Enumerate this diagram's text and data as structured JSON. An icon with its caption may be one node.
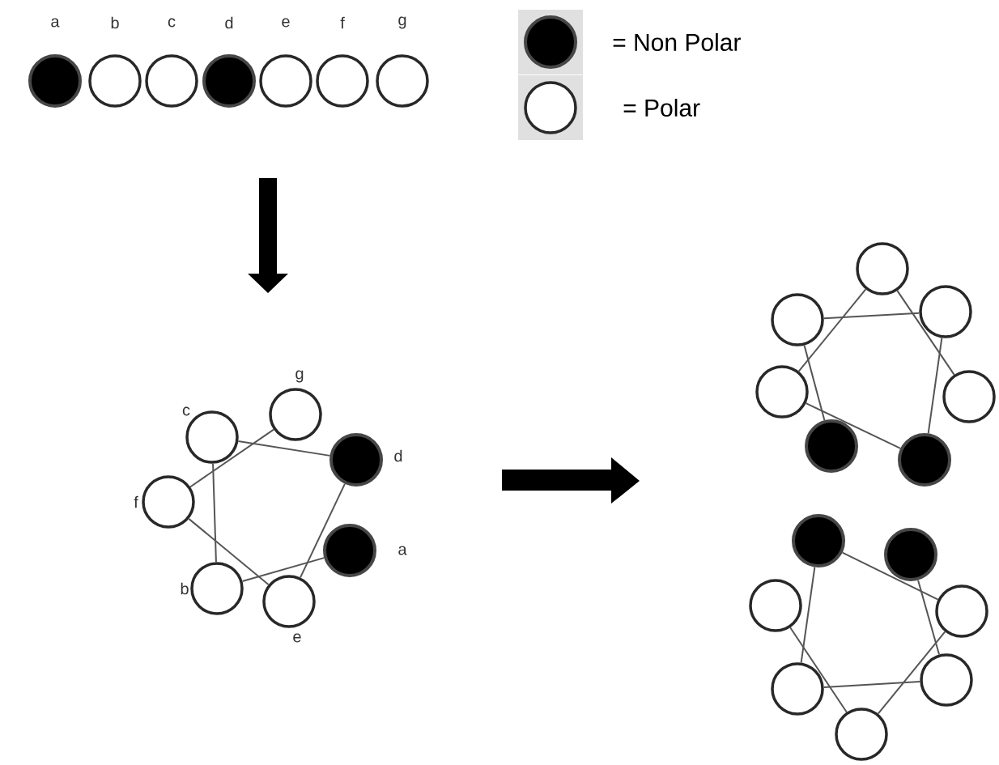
{
  "diagram": {
    "nodes": [
      {
        "text": [
          "a"
        ]
      },
      {
        "text": [
          "b"
        ]
      },
      {
        "text": [
          "c"
        ]
      },
      {
        "text": [
          "d"
        ]
      },
      {
        "text": [
          "e"
        ]
      },
      {
        "text": [
          "f"
        ]
      },
      {
        "text": [
          "g"
        ]
      },
      {
        "text": [
          "g"
        ]
      },
      {
        "text": [
          "c"
        ]
      },
      {
        "text": [
          "d"
        ]
      },
      {
        "text": [
          "f"
        ]
      },
      {
        "text": [
          "a"
        ]
      },
      {
        "text": [
          "b"
        ]
      },
      {
        "text": [
          "e"
        ]
      },
      {
        "text": [],
        "shape": "circle"
      },
      {
        "text": [],
        "shape": "circle"
      },
      {
        "text": [],
        "shape": "circle"
      },
      {
        "text": [],
        "shape": "circle"
      },
      {
        "text": [],
        "shape": "circle"
      },
      {
        "text": [],
        "shape": "circle"
      },
      {
        "text": [],
        "shape": "circle"
      },
      {
        "text": [],
        "shape": "circle"
      },
      {
        "text": [],
        "shape": "circle"
      },
      {
        "text": [],
        "shape": "circle"
      },
      {
        "text": [],
        "shape": "circle"
      },
      {
        "text": [],
        "shape": "circle"
      },
      {
        "text": [],
        "shape": "circle"
      },
      {
        "text": [],
        "shape": "circle"
      }
    ],
    "edges": [
      {
        "from": 8,
        "to": 9,
        "arrow": "none"
      },
      {
        "from": 7,
        "to": 10,
        "arrow": "none"
      },
      {
        "from": 8,
        "to": 12,
        "arrow": "none"
      },
      {
        "from": 10,
        "to": 13,
        "arrow": "none"
      },
      {
        "from": 9,
        "to": 13,
        "arrow": "none"
      },
      {
        "from": 11,
        "to": 12,
        "arrow": "none"
      },
      {
        "from": 14,
        "to": 17,
        "arrow": "none"
      },
      {
        "from": 15,
        "to": 16,
        "arrow": "none"
      },
      {
        "from": 14,
        "to": 18,
        "arrow": "none"
      },
      {
        "from": 16,
        "to": 20,
        "arrow": "none"
      },
      {
        "from": 15,
        "to": 19,
        "arrow": "none"
      },
      {
        "from": 17,
        "to": 20,
        "arrow": "none"
      },
      {
        "from": 21,
        "to": 24,
        "arrow": "none"
      },
      {
        "from": 21,
        "to": 25,
        "arrow": "none"
      },
      {
        "from": 22,
        "to": 26,
        "arrow": "none"
      },
      {
        "from": 23,
        "to": 27,
        "arrow": "none"
      },
      {
        "from": 25,
        "to": 26,
        "arrow": "none"
      },
      {
        "from": 24,
        "to": 27,
        "arrow": "none"
      }
    ],
    "legend": [
      {
        "text": "= Non Polar",
        "color": "#000000"
      },
      {
        "text": "= Polar",
        "color": "#ffffff"
      }
    ]
  }
}
